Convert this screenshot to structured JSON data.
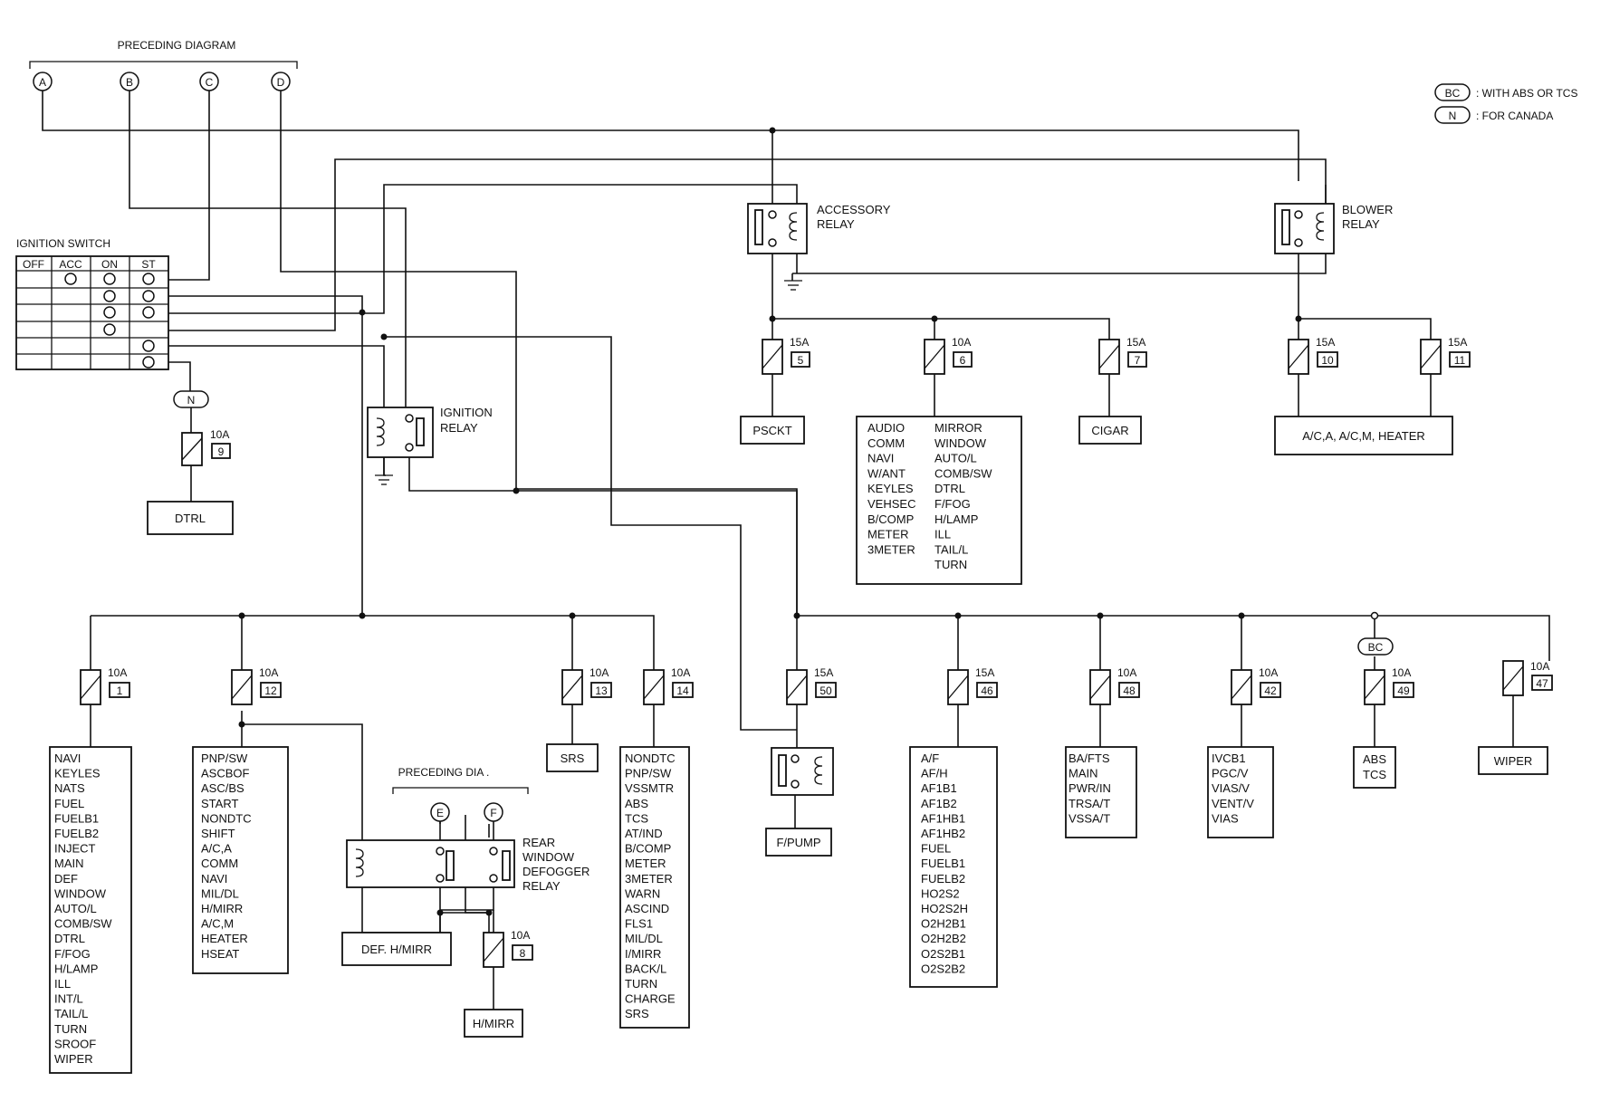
{
  "preceding_diagram": {
    "title": "PRECEDING DIAGRAM",
    "connectors": [
      "A",
      "B",
      "C",
      "D"
    ]
  },
  "legend": [
    {
      "symbol": "BC",
      "text": ": WITH ABS OR TCS"
    },
    {
      "symbol": "N",
      "text": ": FOR CANADA"
    }
  ],
  "ignition_switch": {
    "title": "IGNITION SWITCH",
    "headers": [
      "OFF",
      "ACC",
      "ON",
      "ST"
    ]
  },
  "relays": {
    "accessory": [
      "ACCESSORY",
      "RELAY"
    ],
    "blower": [
      "BLOWER",
      "RELAY"
    ],
    "ignition": [
      "IGNITION",
      "RELAY"
    ],
    "rear_defogger": [
      "REAR",
      "WINDOW",
      "DEFOGGER",
      "RELAY"
    ],
    "fpump": "F/PUMP"
  },
  "preceding_dia_2": {
    "title": "PRECEDING DIA .",
    "connectors": [
      "E",
      "F"
    ]
  },
  "canada_symbol": "N",
  "abs_symbol": "BC",
  "fuses": {
    "f9": {
      "amp": "10A",
      "num": "9"
    },
    "f5": {
      "amp": "15A",
      "num": "5"
    },
    "f6": {
      "amp": "10A",
      "num": "6"
    },
    "f7": {
      "amp": "15A",
      "num": "7"
    },
    "f10": {
      "amp": "15A",
      "num": "10"
    },
    "f11": {
      "amp": "15A",
      "num": "11"
    },
    "f1": {
      "amp": "10A",
      "num": "1"
    },
    "f12": {
      "amp": "10A",
      "num": "12"
    },
    "f13": {
      "amp": "10A",
      "num": "13"
    },
    "f14": {
      "amp": "10A",
      "num": "14"
    },
    "f50": {
      "amp": "15A",
      "num": "50"
    },
    "f46": {
      "amp": "15A",
      "num": "46"
    },
    "f48": {
      "amp": "10A",
      "num": "48"
    },
    "f42": {
      "amp": "10A",
      "num": "42"
    },
    "f49": {
      "amp": "10A",
      "num": "49"
    },
    "f47": {
      "amp": "10A",
      "num": "47"
    },
    "f8": {
      "amp": "10A",
      "num": "8"
    }
  },
  "loads": {
    "dtrl": [
      "DTRL"
    ],
    "psckt": [
      "PSCKT"
    ],
    "audio_left": [
      "AUDIO",
      "COMM",
      "NAVI",
      "W/ANT",
      "KEYLES",
      "VEHSEC",
      "B/COMP",
      "METER",
      "3METER"
    ],
    "audio_right": [
      "MIRROR",
      "WINDOW",
      "AUTO/L",
      "COMB/SW",
      "DTRL",
      "F/FOG",
      "H/LAMP",
      "ILL",
      "TAIL/L",
      "TURN"
    ],
    "cigar": [
      "CIGAR"
    ],
    "ac": [
      "A/C,A, A/C,M, HEATER"
    ],
    "f1_list": [
      "NAVI",
      "KEYLES",
      "NATS",
      "FUEL",
      "FUELB1",
      "FUELB2",
      "INJECT",
      "MAIN",
      "DEF",
      "WINDOW",
      "AUTO/L",
      "COMB/SW",
      "DTRL",
      "F/FOG",
      "H/LAMP",
      "ILL",
      "INT/L",
      "TAIL/L",
      "TURN",
      "SROOF",
      "WIPER"
    ],
    "f12_list": [
      "PNP/SW",
      "ASCBOF",
      "ASC/BS",
      "START",
      "NONDTC",
      "SHIFT",
      "A/C,A",
      "COMM",
      "NAVI",
      "MIL/DL",
      "H/MIRR",
      "A/C,M",
      "HEATER",
      "HSEAT"
    ],
    "srs": [
      "SRS"
    ],
    "f14_list": [
      "NONDTC",
      "PNP/SW",
      "VSSMTR",
      "ABS",
      "TCS",
      "AT/IND",
      "B/COMP",
      "METER",
      "3METER",
      "WARN",
      "ASCIND",
      "FLS1",
      "MIL/DL",
      "I/MIRR",
      "BACK/L",
      "TURN",
      "CHARGE",
      "SRS"
    ],
    "f46_list": [
      "A/F",
      "AF/H",
      "AF1B1",
      "AF1B2",
      "AF1HB1",
      "AF1HB2",
      "FUEL",
      "FUELB1",
      "FUELB2",
      "HO2S2",
      "HO2S2H",
      "O2H2B1",
      "O2H2B2",
      "O2S2B1",
      "O2S2B2"
    ],
    "f48_list": [
      "BA/FTS",
      "MAIN",
      "PWR/IN",
      "TRSA/T",
      "VSSA/T"
    ],
    "f42_list": [
      "IVCB1",
      "PGC/V",
      "VIAS/V",
      "VENT/V",
      "VIAS"
    ],
    "abs_tcs": [
      "ABS",
      "TCS"
    ],
    "wiper": [
      "WIPER"
    ],
    "def_hmirr": [
      "DEF. H/MIRR"
    ],
    "hmirr": [
      "H/MIRR"
    ]
  }
}
